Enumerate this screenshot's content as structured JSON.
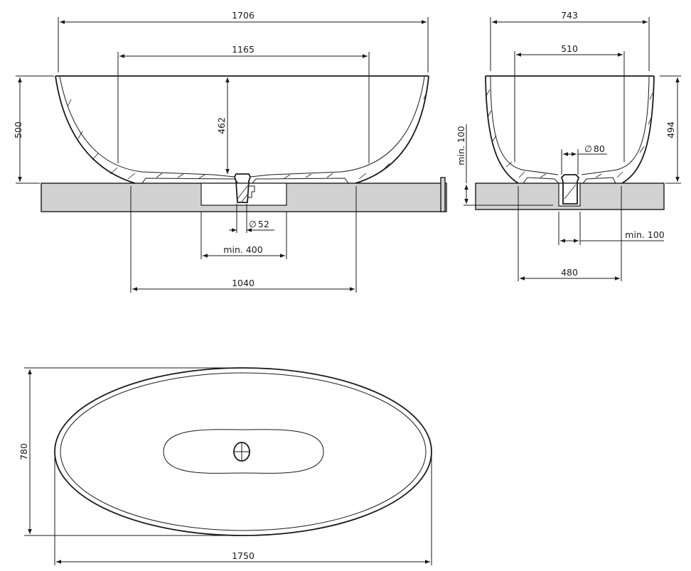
{
  "drawing": {
    "type": "technical-dimension-drawing",
    "subject": "freestanding oval bathtub",
    "units": "mm",
    "colors": {
      "line": "#1a1a1a",
      "floor": "#d2d2d2",
      "background": "#ffffff"
    }
  },
  "side_view": {
    "overall_top_width": "1706",
    "inner_width": "1165",
    "overall_height": "500",
    "inner_depth": "462",
    "base_footprint_width": "1040",
    "drain_recess_width": "min. 400",
    "drain_diameter": "∅52",
    "drain_diameter_symbol": "∅",
    "drain_diameter_value": "52"
  },
  "end_view": {
    "overall_top_width": "743",
    "inner_width": "510",
    "overall_height": "494",
    "floor_depth": "min. 100",
    "drain_channel_width": "min. 100",
    "base_footprint_width": "480",
    "drain_diameter": "∅80",
    "drain_diameter_symbol": "∅",
    "drain_diameter_value": "80"
  },
  "top_view": {
    "overall_length": "1750",
    "overall_width": "780"
  }
}
